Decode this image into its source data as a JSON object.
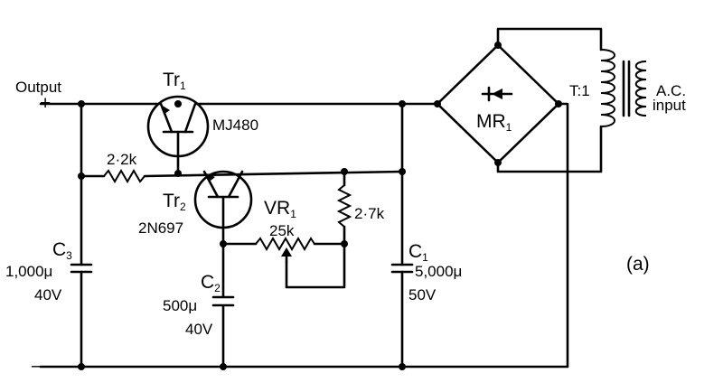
{
  "labels": {
    "output": "Output",
    "plus": "+",
    "minus": "—",
    "tr1": "Tr",
    "tr1_sub": "1",
    "tr1_part": "MJ480",
    "tr2": "Tr",
    "tr2_sub": "2",
    "tr2_part": "2N697",
    "r_2k2": "2·2k",
    "vr1": "VR",
    "vr1_sub": "1",
    "vr1_value": "25k",
    "r_2k7": "2·7k",
    "c3": "C",
    "c3_sub": "3",
    "c3_value": "1,000μ",
    "c3_voltage": "40V",
    "c2": "C",
    "c2_sub": "2",
    "c2_value": "500μ",
    "c2_voltage": "40V",
    "c1": "C",
    "c1_sub": "1",
    "c1_value": "5,000μ",
    "c1_voltage": "50V",
    "mr1": "MR",
    "mr1_sub": "1",
    "transformer": "T",
    "transformer_sub": "1",
    "ac": "A.C.",
    "ac_input": "input",
    "panel": "(a)"
  }
}
